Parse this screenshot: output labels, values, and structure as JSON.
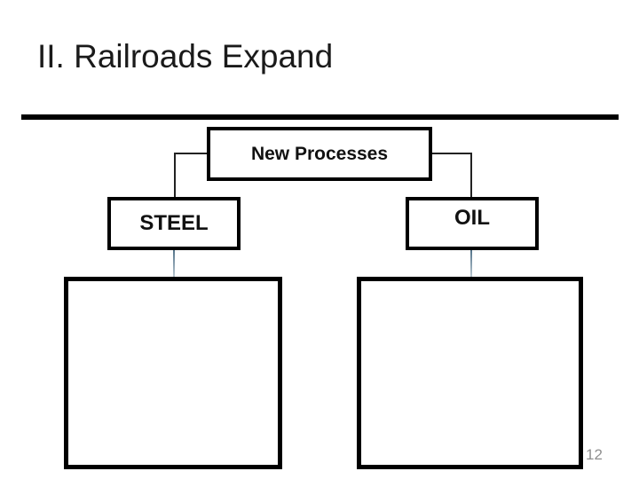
{
  "slide": {
    "title": "II. Railroads Expand",
    "page_number": "12"
  },
  "diagram": {
    "type": "hierarchy",
    "root": {
      "label": "New Processes"
    },
    "children": [
      {
        "label": "STEEL",
        "content": ""
      },
      {
        "label": "OIL",
        "content": ""
      }
    ]
  },
  "colors": {
    "background": "#ffffff",
    "title_text": "#1a1a1a",
    "title_rule": "#000000",
    "box_border": "#000000",
    "box_text": "#111111",
    "connector_dark": "#222222",
    "connector_light_blue": "#8fa9ba",
    "page_number_text": "#8f8f8f"
  }
}
